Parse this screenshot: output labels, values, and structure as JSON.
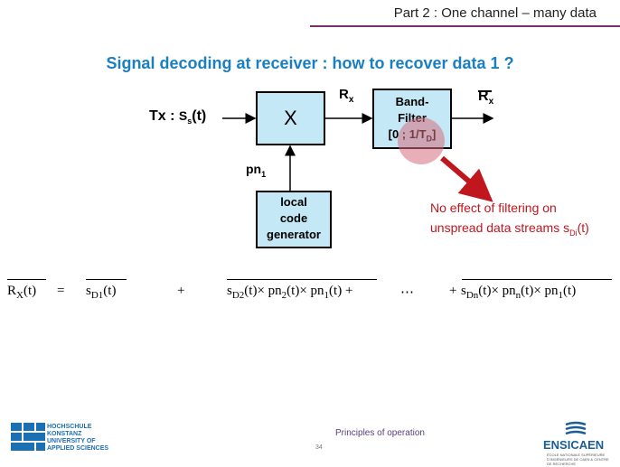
{
  "header": {
    "part_title": "Part 2 : One channel – many data"
  },
  "slide": {
    "title": "Signal decoding at receiver : how to recover data 1 ?"
  },
  "diagram": {
    "tx_prefix": "Tx : ",
    "tx_s": "S",
    "tx_sub": "s",
    "tx_arg": "(t)",
    "mixer_label": "X",
    "rx_mid_main": "R",
    "rx_mid_sub": "x",
    "rx_out_main": "R",
    "rx_out_sub": "x",
    "filter_line1": "Band-",
    "filter_line2": "Filter",
    "filter_line3_pre": "[0 ; 1/T",
    "filter_line3_sub": "D",
    "filter_line3_post": "]",
    "pn_main": "pn",
    "pn_sub": "1",
    "code_line1": "local",
    "code_line2": "code",
    "code_line3": "generator"
  },
  "callout": {
    "line1": "No effect of filtering on",
    "line2_pre": "unspread data streams s",
    "line2_sub": "Di",
    "line2_post": "(t)"
  },
  "equation": {
    "lhs_main": "R",
    "lhs_sub": "X",
    "lhs_arg": "(t)",
    "equals": "=",
    "t1_main": "s",
    "t1_sub": "D1",
    "t1_arg": "(t)",
    "plus1": "+",
    "t2_s": "s",
    "t2_s_sub": "D2",
    "t2_a": "(t)× pn",
    "t2_pn2_sub": "2",
    "t2_b": "(t)× pn",
    "t2_pn1_sub": "1",
    "t2_c": "(t) +",
    "dots": "⋯",
    "plus_n": "+",
    "tn_s": "s",
    "tn_s_sub": "Dn",
    "tn_a": "(t)× pn",
    "tn_pnn_sub": "n",
    "tn_b": "(t)× pn",
    "tn_pn1_sub": "1",
    "tn_c": "(t)"
  },
  "footer": {
    "topic": "Principles of operation",
    "page": "34",
    "left_logo_lines": [
      "HOCHSCHULE",
      "KONSTANZ",
      "UNIVERSITY OF",
      "APPLIED SCIENCES"
    ],
    "right_logo": "ENSICAEN",
    "right_logo_sub": "ÉCOLE NATIONALE SUPÉRIEURE D'INGÉNIEURS DE CAEN & CENTRE DE RECHERCHE"
  },
  "colors": {
    "title_blue": "#1a7fc1",
    "box_fill": "#c5e8f6",
    "callout_red": "#c0161e",
    "arrow_red": "#c0161e",
    "highlight": "#d66e7d",
    "header_rule": "#7a2f6e"
  }
}
